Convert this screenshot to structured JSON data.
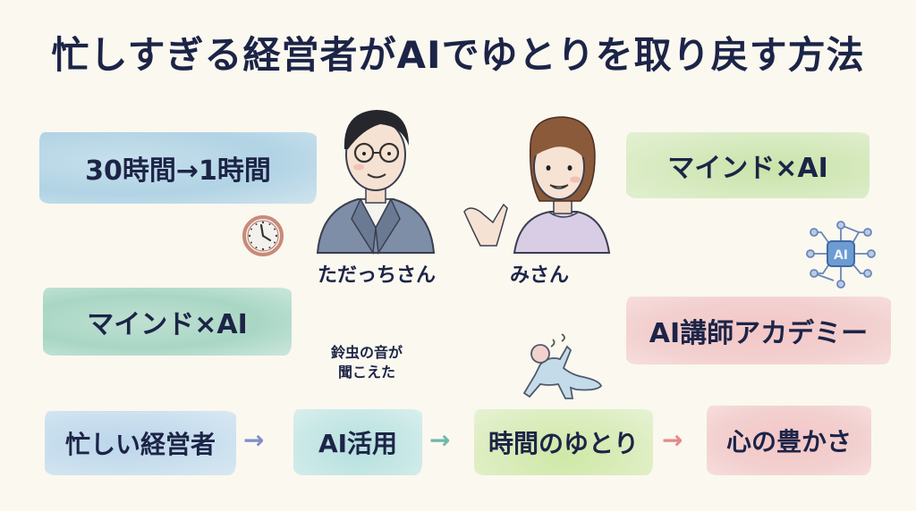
{
  "title": "忙しすぎる経営者がAIでゆとりを取り戻す方法",
  "labels": {
    "time_reduction": "30時間→1時間",
    "mind_ai_top": "マインド×AI",
    "mind_ai_left": "マインド×AI",
    "academy": "AI講師アカデミー"
  },
  "characters": {
    "man": "ただっちさん",
    "woman": "みさん"
  },
  "caption": {
    "line1": "鈴虫の音が",
    "line2": "聞こえた"
  },
  "flow": {
    "steps": [
      "忙しい経営者",
      "AI活用",
      "時間のゆとり",
      "心の豊かさ"
    ],
    "arrow_glyph": "→",
    "arrow_colors": [
      "#7f8fc6",
      "#6fb8ad",
      "#e58a8a"
    ]
  },
  "icons": {
    "clock": "clock-icon",
    "ai_network": "ai-network-icon",
    "ai_badge_text": "AI",
    "relaxed_person": "relaxing-person-icon"
  },
  "colors": {
    "background": "#fbf8f0",
    "text": "#1c2447"
  }
}
